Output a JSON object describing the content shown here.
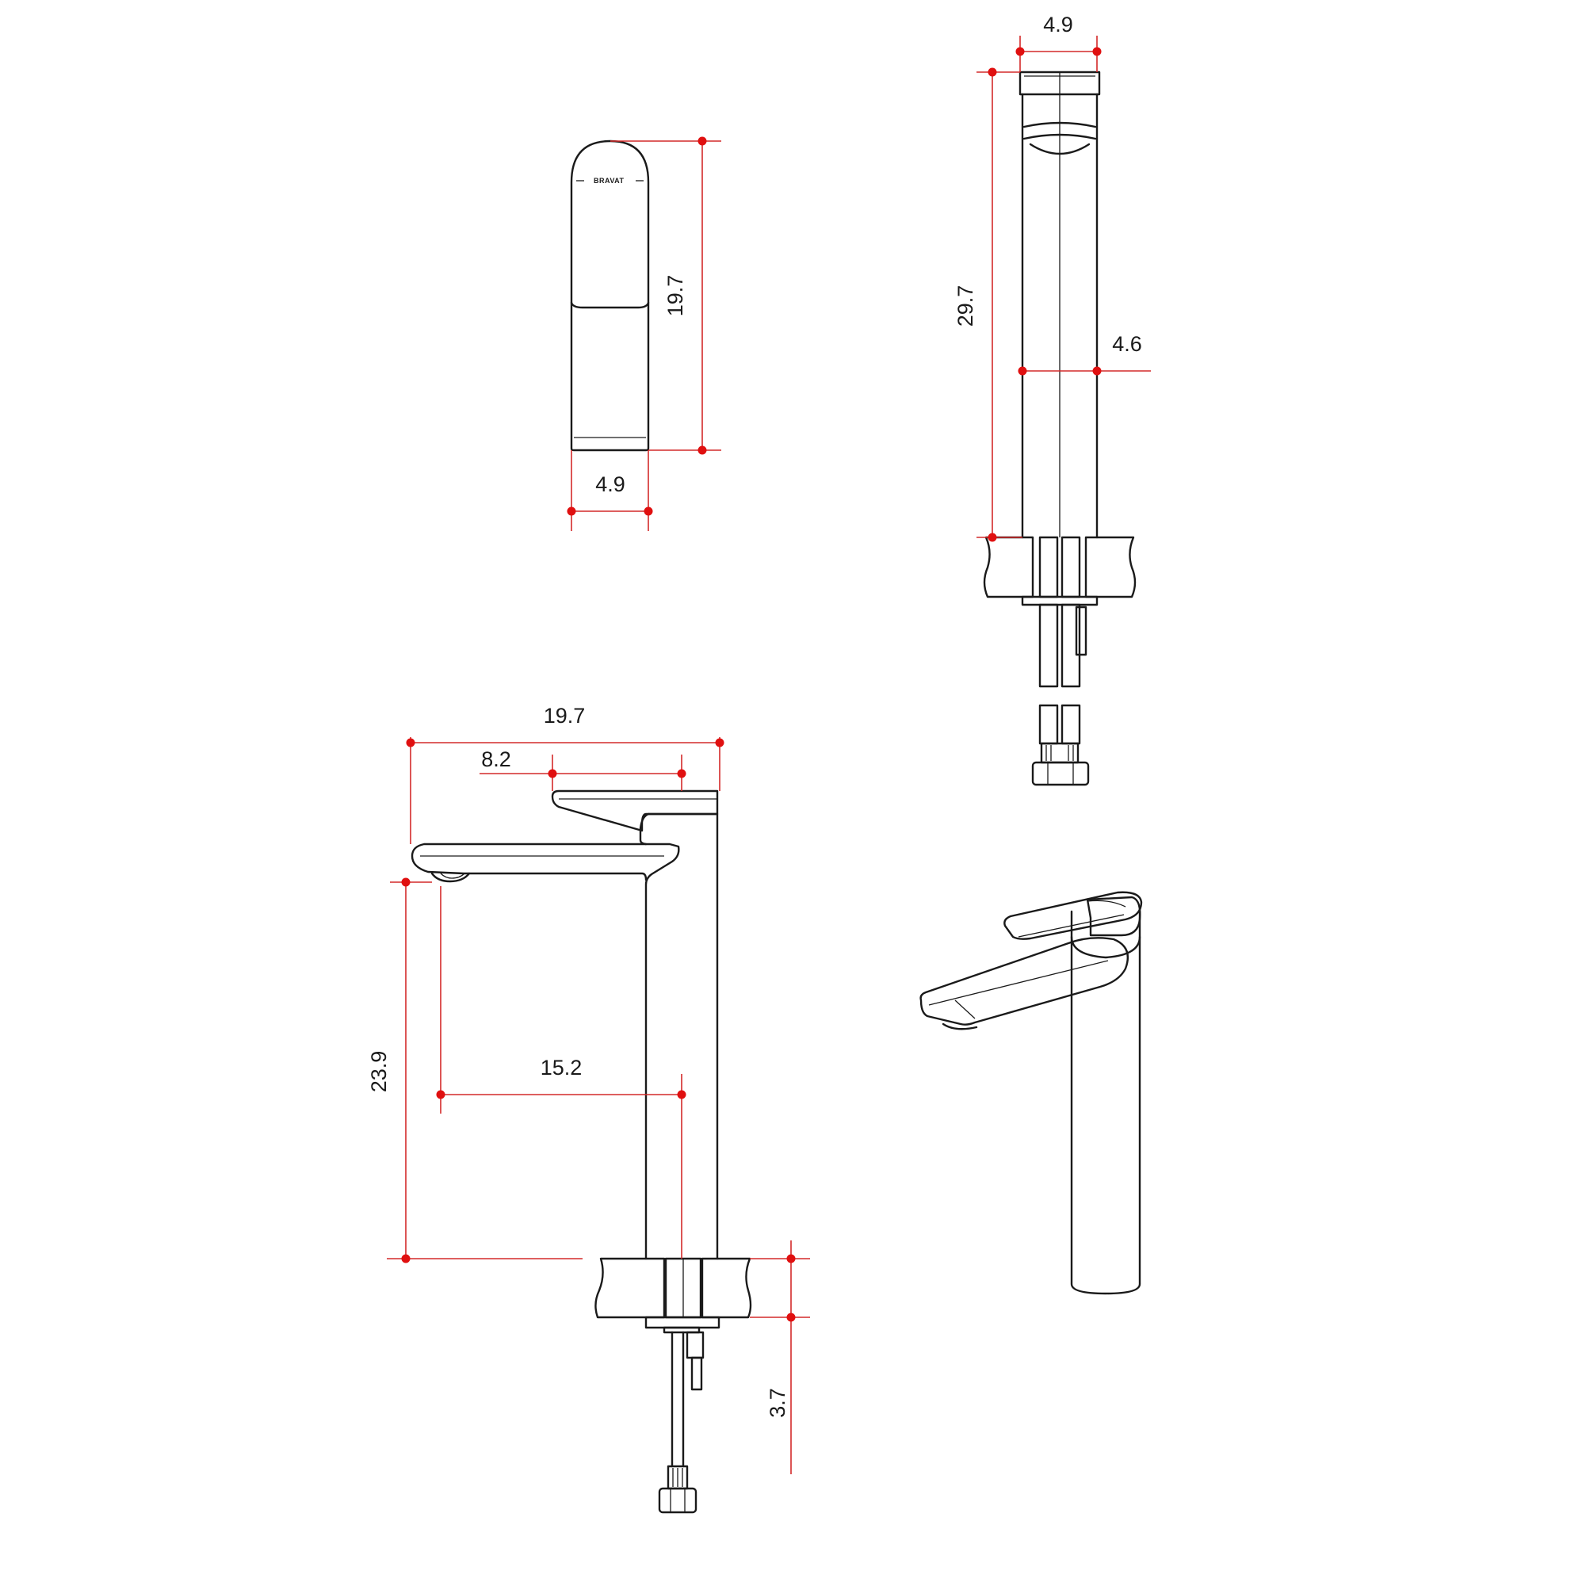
{
  "brand_text": "BRAVAT",
  "colors": {
    "dimension": "#e01010",
    "outline": "#1a1a1a",
    "background": "#ffffff"
  },
  "dimensions": {
    "front_height": "19.7",
    "front_width": "4.9",
    "side_top_width": "4.9",
    "side_height": "29.7",
    "side_body_width": "4.6",
    "overall_length": "19.7",
    "handle_length": "8.2",
    "spout_height": "23.9",
    "spout_reach": "15.2",
    "deck_thickness": "3.7"
  }
}
